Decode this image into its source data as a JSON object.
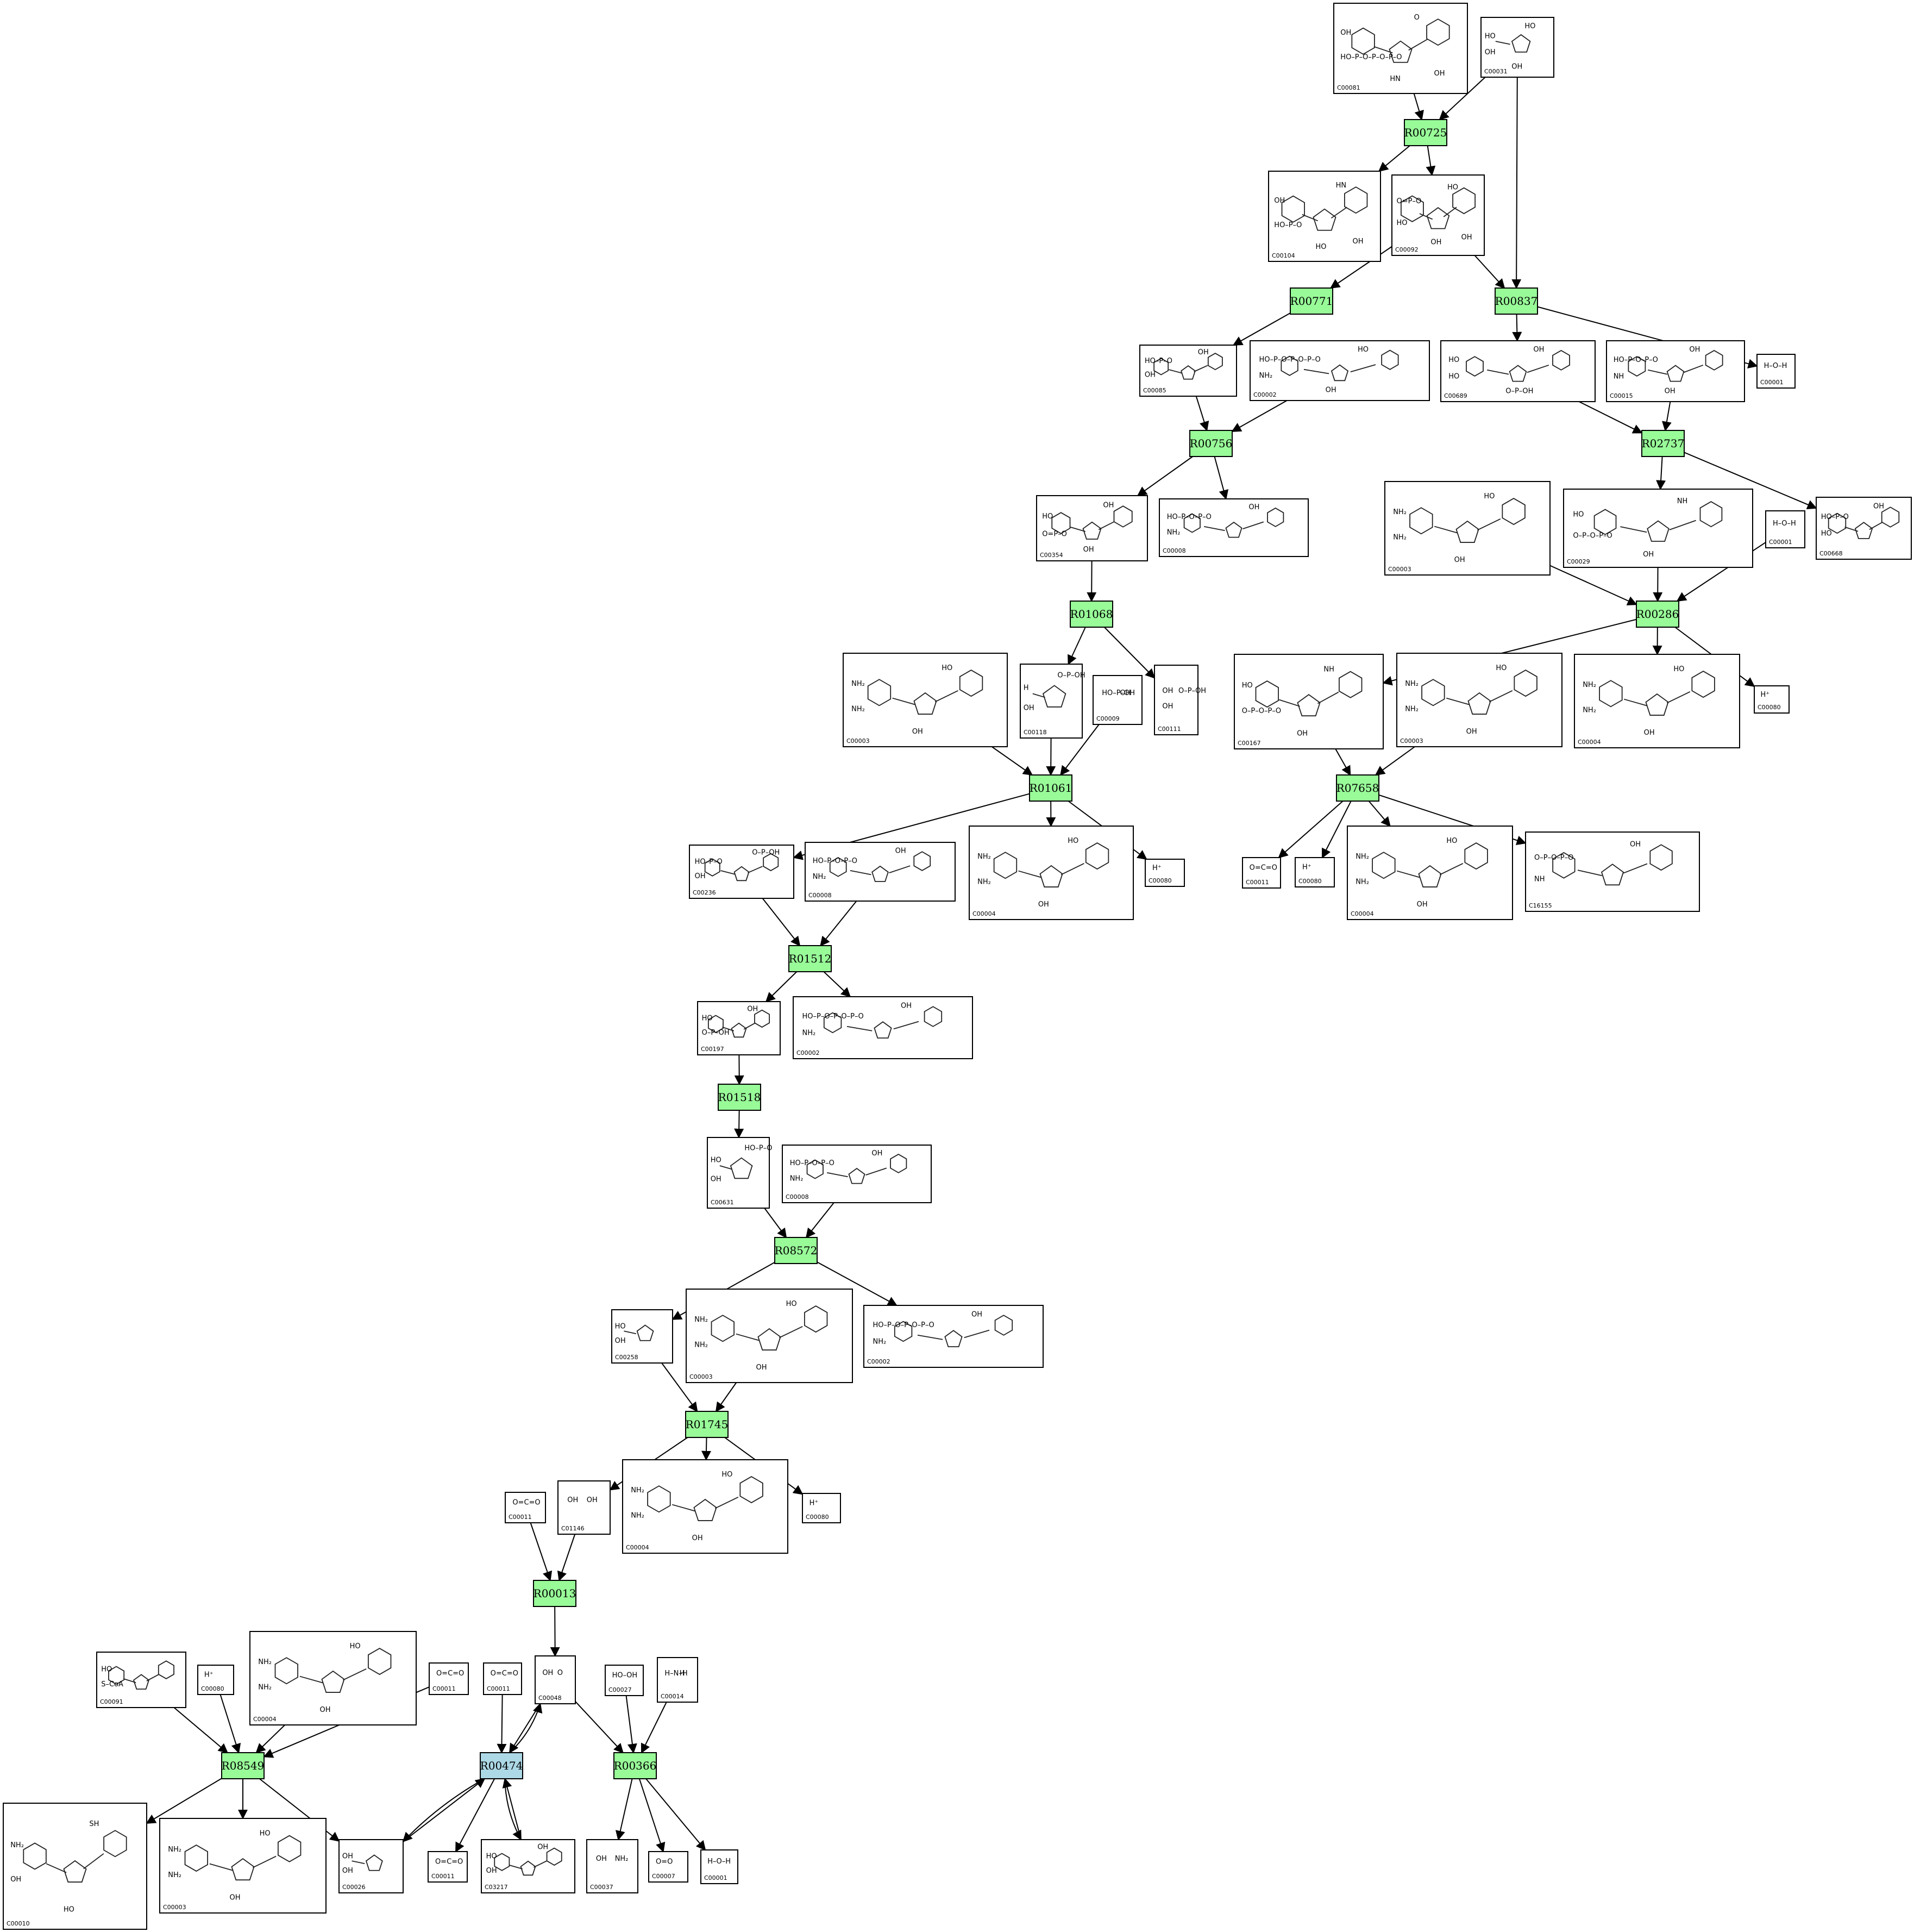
{
  "colors": {
    "reaction_primary": "#98fb98",
    "reaction_highlight": "#add8e6",
    "edge": "#000000"
  },
  "reactions": [
    {
      "id": "r1",
      "label": "R00725"
    },
    {
      "id": "r2",
      "label": "R00771"
    },
    {
      "id": "r3",
      "label": "R00837"
    },
    {
      "id": "r4",
      "label": "R00756"
    },
    {
      "id": "r5",
      "label": "R02737"
    },
    {
      "id": "r6",
      "label": "R01068"
    },
    {
      "id": "r7",
      "label": "R00286"
    },
    {
      "id": "r8",
      "label": "R01061"
    },
    {
      "id": "r9",
      "label": "R07658"
    },
    {
      "id": "r10",
      "label": "R01512"
    },
    {
      "id": "r11",
      "label": "R01518"
    },
    {
      "id": "r12",
      "label": "R08572"
    },
    {
      "id": "r13",
      "label": "R01745"
    },
    {
      "id": "r14",
      "label": "R00013"
    },
    {
      "id": "r15",
      "label": "R08549",
      "highlight": false
    },
    {
      "id": "r16",
      "label": "R00474",
      "highlight": true
    },
    {
      "id": "r17",
      "label": "R00366"
    }
  ],
  "compounds": [
    {
      "id": "c1",
      "label": "C00081",
      "text": [
        "OH",
        "HO–P–O–P–O–P–O",
        "O",
        "HN",
        "OH"
      ]
    },
    {
      "id": "c2",
      "label": "C00031",
      "text": [
        "HO",
        "OH",
        "HO",
        "OH"
      ]
    },
    {
      "id": "c3",
      "label": "C00104",
      "text": [
        "OH",
        "HO–P–O",
        "HN",
        "HO",
        "OH"
      ]
    },
    {
      "id": "c4",
      "label": "C00092",
      "text": [
        "O=P–O",
        "HO",
        "HO",
        "OH",
        "OH"
      ]
    },
    {
      "id": "c5",
      "label": "C00085",
      "text": [
        "HO–P–O",
        "OH",
        "OH"
      ]
    },
    {
      "id": "c6",
      "label": "C00002",
      "text": [
        "HO–P–O–P–O–P–O",
        "NH₂",
        "HO",
        "OH"
      ]
    },
    {
      "id": "c7",
      "label": "C00689",
      "text": [
        "HO",
        "HO",
        "OH",
        "O–P–OH"
      ]
    },
    {
      "id": "c8",
      "label": "C00015",
      "text": [
        "HO–P–O–P–O",
        "NH",
        "OH",
        "OH"
      ]
    },
    {
      "id": "c9",
      "label": "C00001",
      "text": [
        "H–O–H"
      ]
    },
    {
      "id": "c10",
      "label": "C00354",
      "text": [
        "HO",
        "O=P–O",
        "OH",
        "OH"
      ]
    },
    {
      "id": "c11",
      "label": "C00008",
      "text": [
        "HO–P–O–P–O",
        "NH₂",
        "OH"
      ]
    },
    {
      "id": "c12",
      "label": "C00003",
      "text": [
        "NH₂",
        "NH₂",
        "HO",
        "OH"
      ]
    },
    {
      "id": "c13",
      "label": "C00029",
      "text": [
        "HO",
        "O–P–O–P–O",
        "NH",
        "OH"
      ]
    },
    {
      "id": "c14",
      "label": "C00001",
      "text": [
        "H–O–H"
      ]
    },
    {
      "id": "c15",
      "label": "C00668",
      "text": [
        "HO–P–O",
        "HO",
        "OH"
      ]
    },
    {
      "id": "c16",
      "label": "C00003",
      "text": [
        "NH₂",
        "NH₂",
        "HO",
        "OH"
      ]
    },
    {
      "id": "c17",
      "label": "C00118",
      "text": [
        "H",
        "OH",
        "O–P–OH"
      ]
    },
    {
      "id": "c18",
      "label": "C00009",
      "text": [
        "HO–P–OH",
        "OH"
      ]
    },
    {
      "id": "c19",
      "label": "C00111",
      "text": [
        "OH",
        "O–P–OH",
        "OH"
      ]
    },
    {
      "id": "c20",
      "label": "C00167",
      "text": [
        "HO",
        "O–P–O–P–O",
        "NH",
        "OH"
      ]
    },
    {
      "id": "c21",
      "label": "C00003",
      "text": [
        "NH₂",
        "NH₂",
        "HO",
        "OH"
      ]
    },
    {
      "id": "c22",
      "label": "C00004",
      "text": [
        "NH₂",
        "NH₂",
        "HO",
        "OH"
      ]
    },
    {
      "id": "c23",
      "label": "C00080",
      "text": [
        "H⁺"
      ]
    },
    {
      "id": "c24",
      "label": "C00236",
      "text": [
        "HO–P–O",
        "OH",
        "O–P–OH"
      ]
    },
    {
      "id": "c25",
      "label": "C00008",
      "text": [
        "HO–P–O–P–O",
        "NH₂",
        "OH"
      ]
    },
    {
      "id": "c26",
      "label": "C00004",
      "text": [
        "NH₂",
        "NH₂",
        "HO",
        "OH"
      ]
    },
    {
      "id": "c27",
      "label": "C00080",
      "text": [
        "H⁺"
      ]
    },
    {
      "id": "c28",
      "label": "C00011",
      "text": [
        "O=C=O"
      ]
    },
    {
      "id": "c29",
      "label": "C00080",
      "text": [
        "H⁺"
      ]
    },
    {
      "id": "c30",
      "label": "C00004",
      "text": [
        "NH₂",
        "NH₂",
        "HO",
        "OH"
      ]
    },
    {
      "id": "c31",
      "label": "C16155",
      "text": [
        "O–P–O–P–O",
        "NH",
        "OH"
      ]
    },
    {
      "id": "c32",
      "label": "C00197",
      "text": [
        "HO",
        "O–P–OH",
        "OH"
      ]
    },
    {
      "id": "c33",
      "label": "C00002",
      "text": [
        "HO–P–O–P–O–P–O",
        "NH₂",
        "OH"
      ]
    },
    {
      "id": "c34",
      "label": "C00631",
      "text": [
        "HO",
        "OH",
        "HO–P–O"
      ]
    },
    {
      "id": "c35",
      "label": "C00008",
      "text": [
        "HO–P–O–P–O",
        "NH₂",
        "OH"
      ]
    },
    {
      "id": "c36",
      "label": "C00258",
      "text": [
        "HO",
        "OH"
      ]
    },
    {
      "id": "c37",
      "label": "C00003",
      "text": [
        "NH₂",
        "NH₂",
        "HO",
        "OH"
      ]
    },
    {
      "id": "c38",
      "label": "C00002",
      "text": [
        "HO–P–O–P–O–P–O",
        "NH₂",
        "OH"
      ]
    },
    {
      "id": "c39",
      "label": "C00011",
      "text": [
        "O=C=O"
      ]
    },
    {
      "id": "c40",
      "label": "C01146",
      "text": [
        "OH",
        "OH"
      ]
    },
    {
      "id": "c41",
      "label": "C00004",
      "text": [
        "NH₂",
        "NH₂",
        "HO",
        "OH"
      ]
    },
    {
      "id": "c42",
      "label": "C00080",
      "text": [
        "H⁺"
      ]
    },
    {
      "id": "c43",
      "label": "C00091",
      "text": [
        "HO",
        "S–CoA"
      ]
    },
    {
      "id": "c44",
      "label": "C00080",
      "text": [
        "H⁺"
      ]
    },
    {
      "id": "c45",
      "label": "C00004",
      "text": [
        "NH₂",
        "NH₂",
        "HO",
        "OH"
      ]
    },
    {
      "id": "c46",
      "label": "C00011",
      "text": [
        "O=C=O"
      ]
    },
    {
      "id": "c47",
      "label": "C00011",
      "text": [
        "O=C=O"
      ]
    },
    {
      "id": "c48",
      "label": "C00048",
      "text": [
        "OH",
        "O"
      ]
    },
    {
      "id": "c49",
      "label": "C00027",
      "text": [
        "HO–OH"
      ]
    },
    {
      "id": "c50",
      "label": "C00014",
      "text": [
        "H–N–H",
        "H"
      ]
    },
    {
      "id": "c51",
      "label": "C00010",
      "text": [
        "NH₂",
        "OH",
        "SH",
        "HO"
      ]
    },
    {
      "id": "c52",
      "label": "C00003",
      "text": [
        "NH₂",
        "NH₂",
        "HO",
        "OH"
      ]
    },
    {
      "id": "c53",
      "label": "C00026",
      "text": [
        "OH",
        "OH"
      ]
    },
    {
      "id": "c54",
      "label": "C00011",
      "text": [
        "O=C=O"
      ]
    },
    {
      "id": "c55",
      "label": "C03217",
      "text": [
        "HO",
        "OH",
        "OH"
      ]
    },
    {
      "id": "c56",
      "label": "C00037",
      "text": [
        "OH",
        "NH₂"
      ]
    },
    {
      "id": "c57",
      "label": "C00007",
      "text": [
        "O=O"
      ]
    },
    {
      "id": "c58",
      "label": "C00001",
      "text": [
        "H–O–H"
      ]
    }
  ]
}
